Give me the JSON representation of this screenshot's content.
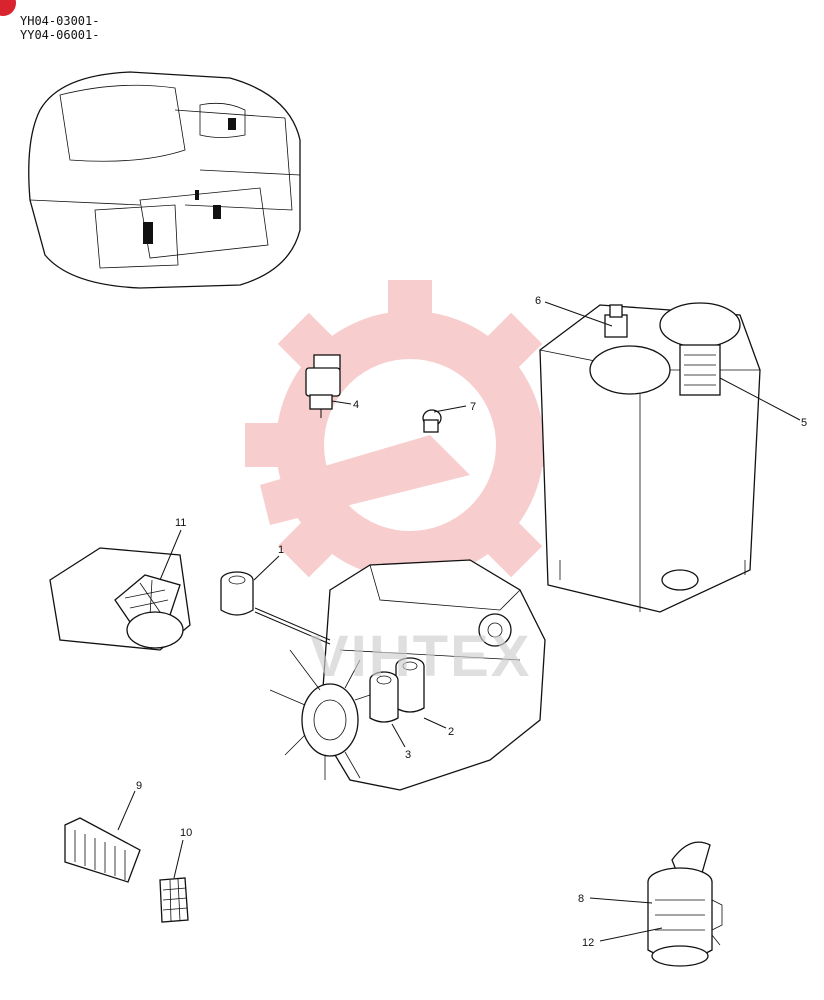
{
  "serials": [
    "YH04-03001-",
    "YY04-06001-"
  ],
  "watermark": {
    "text": "VIHTEX",
    "color": "#f4a5a5"
  },
  "accent_color": "#d9232e",
  "callouts": [
    {
      "id": "1",
      "name": "callout-1"
    },
    {
      "id": "2",
      "name": "callout-2"
    },
    {
      "id": "3",
      "name": "callout-3"
    },
    {
      "id": "4",
      "name": "callout-4"
    },
    {
      "id": "5",
      "name": "callout-5"
    },
    {
      "id": "6",
      "name": "callout-6"
    },
    {
      "id": "7",
      "name": "callout-7"
    },
    {
      "id": "8",
      "name": "callout-8"
    },
    {
      "id": "9",
      "name": "callout-9"
    },
    {
      "id": "10",
      "name": "callout-10"
    },
    {
      "id": "11",
      "name": "callout-11"
    },
    {
      "id": "12",
      "name": "callout-12"
    }
  ]
}
